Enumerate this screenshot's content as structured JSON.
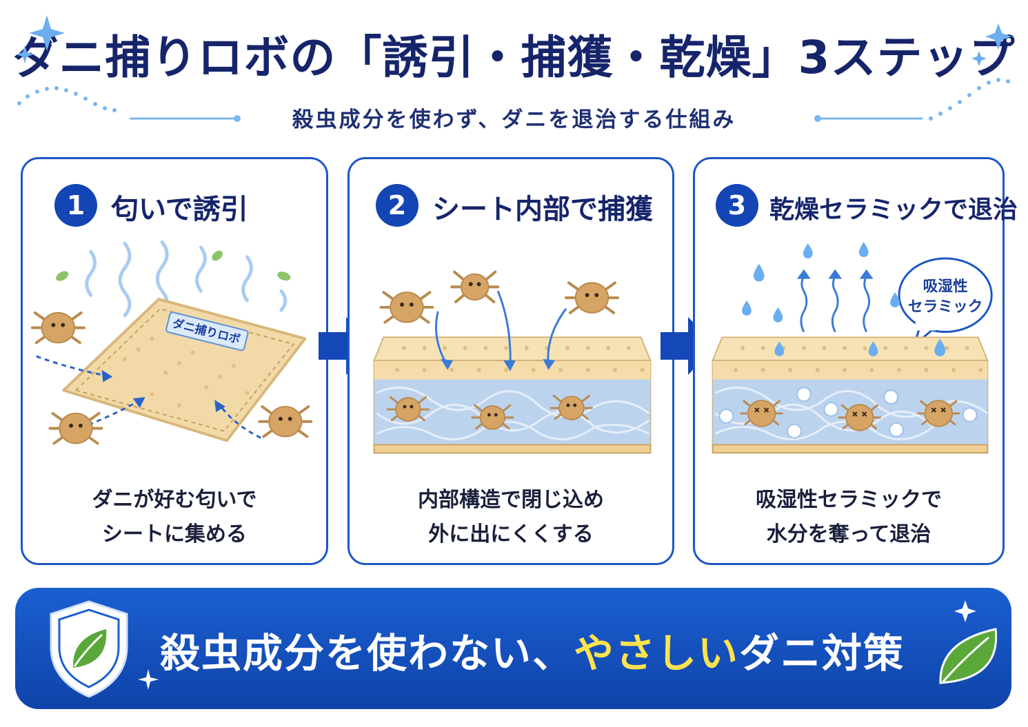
{
  "title": "ダニ捕りロボの「誘引・捕獲・乾燥」3ステップ",
  "subtitle": "殺虫成分を使わず、ダニを退治する仕組み",
  "steps": [
    {
      "number": "1",
      "heading": "匂いで誘引",
      "sheet_label": "ダニ捕りロボ",
      "desc_line1": "ダニが好む匂いで",
      "desc_line2": "シートに集める"
    },
    {
      "number": "2",
      "heading": "シート内部で捕獲",
      "desc_line1": "内部構造で閉じ込め",
      "desc_line2": "外に出にくくする"
    },
    {
      "number": "3",
      "heading": "乾燥セラミックで退治",
      "bubble_line1": "吸湿性",
      "bubble_line2": "セラミック",
      "desc_line1": "吸湿性セラミックで",
      "desc_line2": "水分を奪って退治"
    }
  ],
  "banner": {
    "text_before": "殺虫成分を使わない、",
    "highlight": "やさしい",
    "text_after": "ダニ対策"
  },
  "colors": {
    "primary": "#1345b4",
    "navy": "#16256b",
    "highlight": "#ffe34d",
    "sheet": "#f2d9a8",
    "mite": "#d6a566"
  }
}
